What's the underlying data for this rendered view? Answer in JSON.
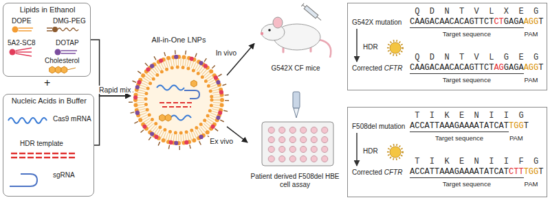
{
  "diagram": {
    "nodes": [
      {
        "text": [
          "Lipids in Ethanol",
          "DOPE",
          "DMG-PEG",
          "5A2-SC8",
          "DOTAP",
          "Cholesterol"
        ]
      },
      {
        "text": [
          "Nucleic Acids in Buffer",
          "Cas9 mRNA",
          "HDR template",
          "sgRNA"
        ]
      },
      {
        "text": [
          "All-in-One LNPs"
        ]
      },
      {
        "text": [
          "G542X CF mice"
        ]
      },
      {
        "text": [
          "Patient derived F508del HBE cell assay"
        ]
      },
      {
        "text": [
          "Q D N T V L X E G",
          "G542X mutation",
          "CAAGACAACACAGTTCT",
          "CT",
          "GAGA",
          "AGG",
          "T",
          "Target sequence",
          "PAM",
          "HDR",
          "Corrected",
          "CFTR",
          "Q D N T V L G E G",
          "CAAGACAACACAGTTCT",
          "AG",
          "GAGA",
          "AGG",
          "T",
          "Target sequence",
          "PAM"
        ]
      },
      {
        "text": [
          "T I K E N I I G",
          "F508del mutation",
          "ACCATTAAAGAAAATATCAT",
          "TGG",
          "T",
          "Target sequence",
          "PAM",
          "HDR",
          "Corrected",
          "CFTR",
          "T I K E N I I F G",
          "ACCATTAAAGAAAATATCAT",
          "CTT",
          "TGG",
          "T",
          "Target sequence",
          "PAM"
        ]
      }
    ],
    "edges": [
      {
        "from": 0,
        "to": 2,
        "arrow": "to",
        "label": "Rapid mix"
      },
      {
        "from": 1,
        "to": 2,
        "arrow": "to"
      },
      {
        "from": 2,
        "to": 3,
        "arrow": "to",
        "label": "In vivo"
      },
      {
        "from": 2,
        "to": 4,
        "arrow": "to",
        "label": "Ex vivo"
      }
    ],
    "labels": [
      "+"
    ]
  }
}
